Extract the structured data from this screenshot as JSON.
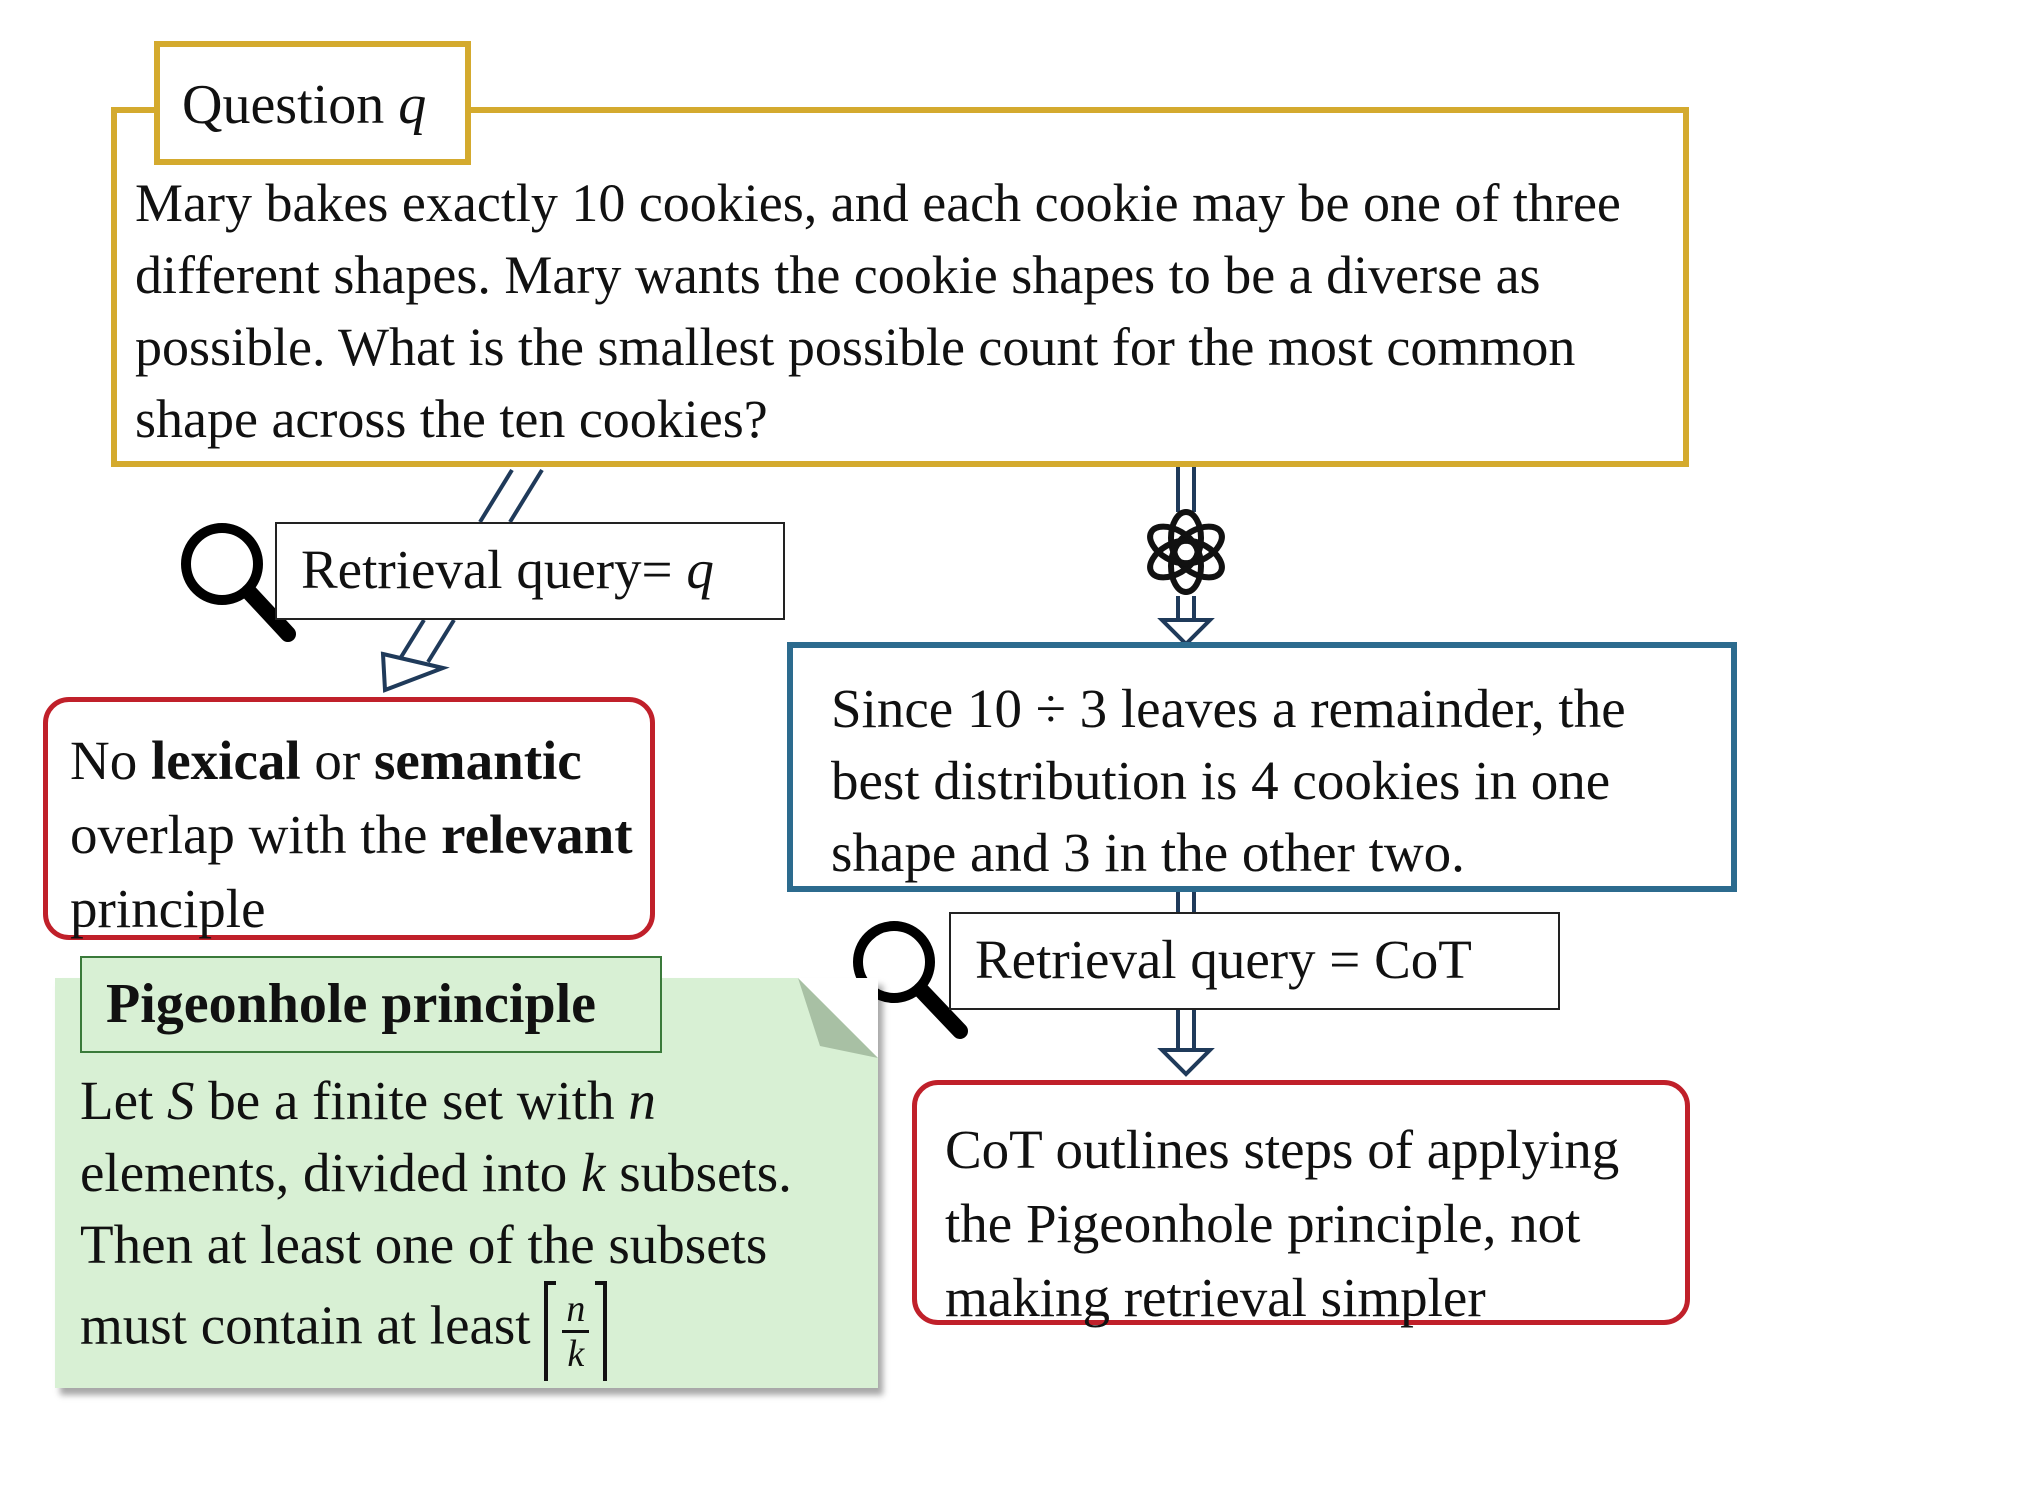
{
  "question": {
    "tab_label": "Question",
    "tab_var": "q",
    "text": "Mary bakes exactly 10 cookies, and each cookie may be one of three different shapes. Mary wants the cookie shapes to be a diverse as possible. What is the smallest possible count for the most common shape across the ten cookies?"
  },
  "left_branch": {
    "query_label": "Retrieval query= ",
    "query_var": "q",
    "no_overlap": {
      "p1": "No ",
      "b1": "lexical",
      "p2": " or ",
      "b2": "semantic",
      "p3": " overlap with the ",
      "b3": "relevant",
      "p4": " principle"
    }
  },
  "principle": {
    "title": "Pigeonhole principle",
    "t1": "Let ",
    "v1": "S",
    "t2": " be a finite set with ",
    "v2": "n",
    "t3": " elements, divided into ",
    "v3": "k",
    "t4": " subsets. Then at least one of the subsets must contain at least ",
    "frac_num": "n",
    "frac_den": "k"
  },
  "right_branch": {
    "cot_text": "Since 10 ÷ 3 leaves a remainder, the best distribution is 4 cookies in one shape and 3 in the other two.",
    "query_label": "Retrieval query = CoT",
    "result_text": "CoT outlines steps of applying the Pigeonhole principle, not making retrieval simpler"
  },
  "icons": [
    "search-icon",
    "search-icon",
    "llm-logo-icon"
  ],
  "colors": {
    "question_border": "#d4aa2e",
    "cot_border": "#2c6b8e",
    "warning_border": "#c0202a",
    "principle_fill": "#d8f0d4",
    "arrow": "#1f3a5a"
  }
}
